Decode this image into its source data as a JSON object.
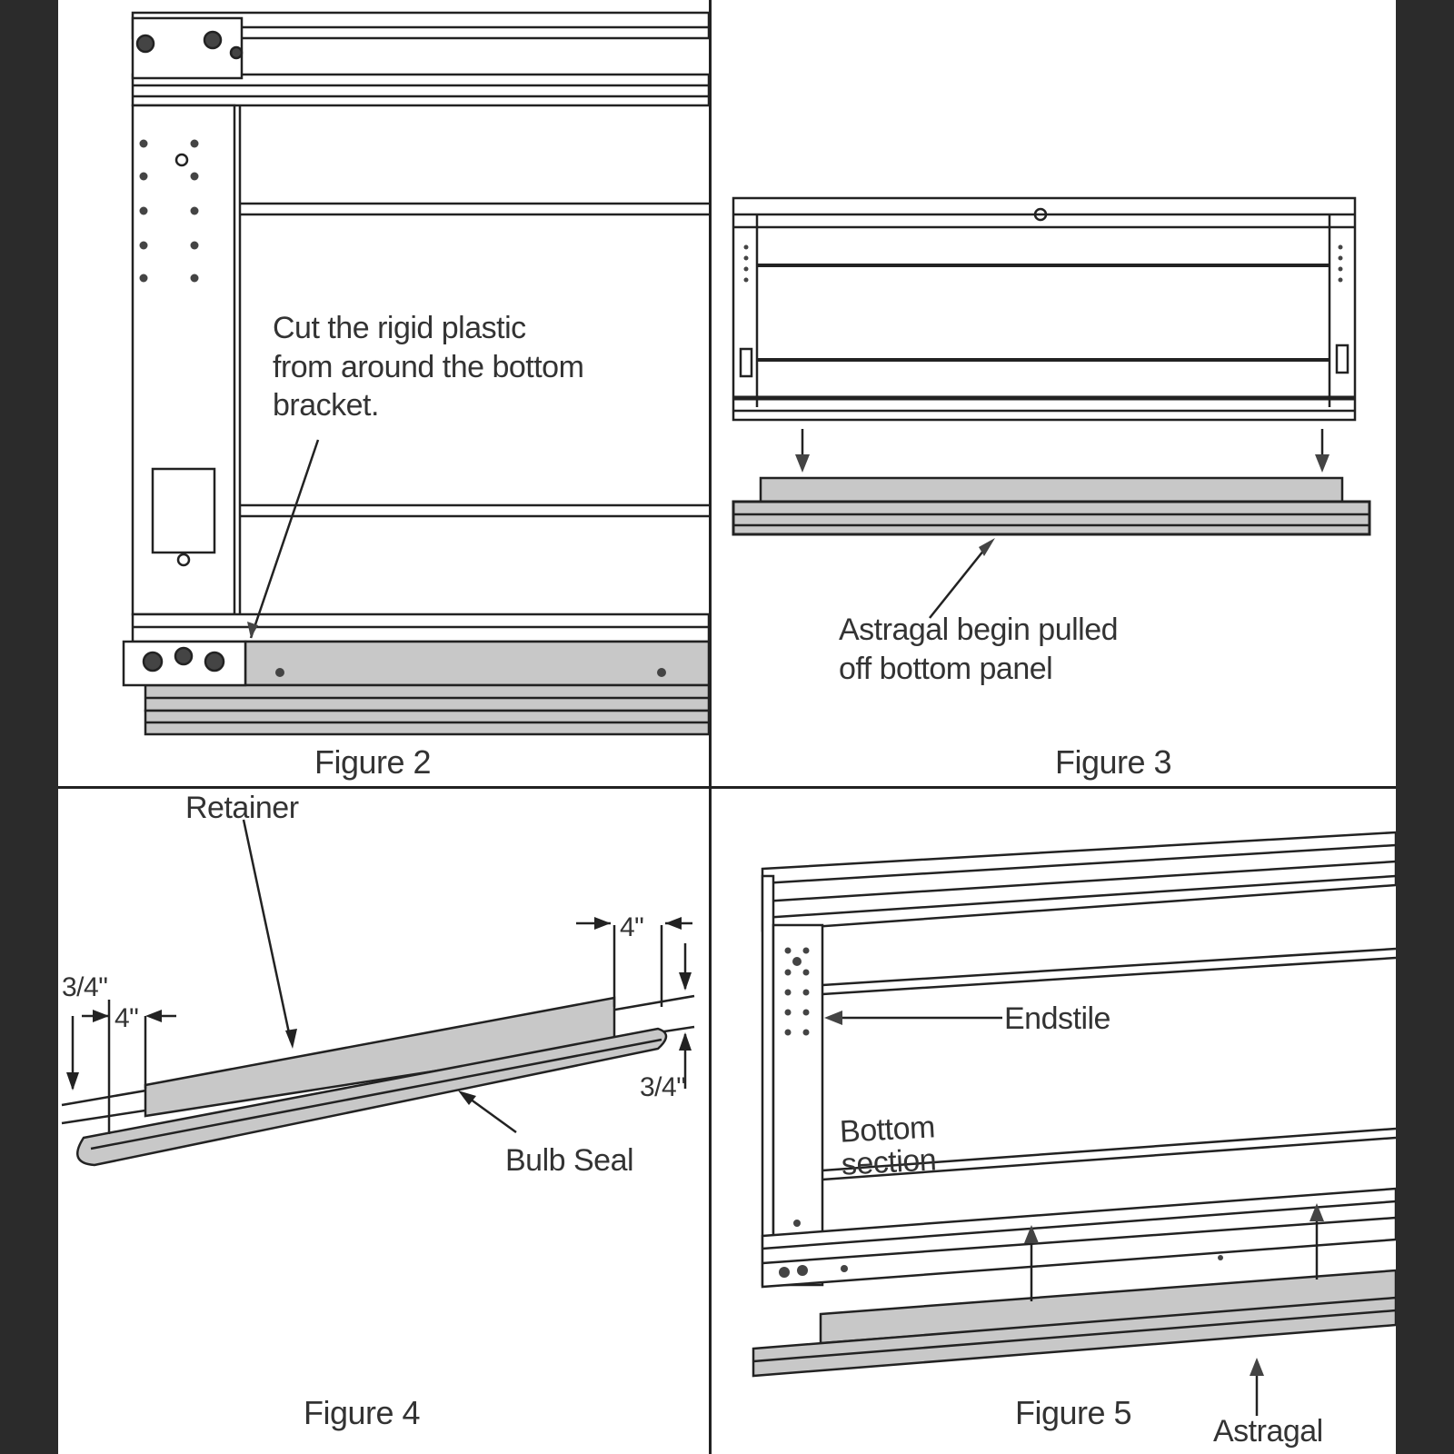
{
  "colors": {
    "background": "#2b2b2b",
    "sheet": "#ffffff",
    "line": "#222222",
    "fill": "#c8c8c8"
  },
  "figure2": {
    "caption": "Figure 2",
    "note": "Cut the rigid plastic\nfrom around the bottom\nbracket."
  },
  "figure3": {
    "caption": "Figure 3",
    "note": "Astragal begin pulled\noff bottom panel"
  },
  "figure4": {
    "caption": "Figure 4",
    "retainer": "Retainer",
    "bulb_seal": "Bulb Seal",
    "dim_top_right": "4\"",
    "dim_right_side": "3/4\"",
    "dim_left_top": "3/4\"",
    "dim_left_inner": "4\""
  },
  "figure5": {
    "caption": "Figure 5",
    "endstile": "Endstile",
    "bottom_section": "Bottom\nsection",
    "astragal": "Astragal"
  }
}
